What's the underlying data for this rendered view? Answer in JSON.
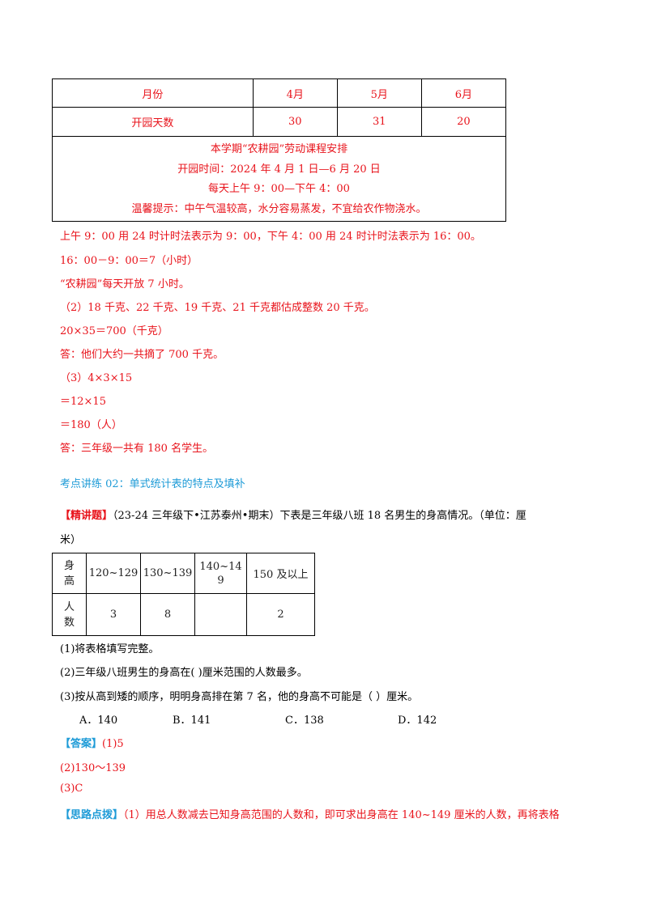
{
  "schedule_table": {
    "headers": [
      "月份",
      "4月",
      "5月",
      "6月"
    ],
    "row": [
      "开园天数",
      "30",
      "31",
      "20"
    ],
    "note_lines": [
      "本学期“农耕园”劳动课程安排",
      "开园时间：2024 年 4 月 1 日—6 月 20 日",
      "每天上午 9：00—下午 4：00",
      "温馨提示：中午气温较高，水分容易蒸发，不宜给农作物浇水。"
    ]
  },
  "solution_lines": [
    "上午 9：00 用 24 时计时法表示为 9：00，下午 4：00 用 24 时计时法表示为 16：00。",
    "16：00－9：00＝7（小时）",
    "“农耕园”每天开放 7 小时。",
    "（2）18 千克、22 千克、19 千克、21 千克都估成整数 20 千克。",
    "20×35＝700（千克）",
    "答：他们大约一共摘了 700 千克。",
    "（3）4×3×15",
    "＝12×15",
    "＝180（人）",
    "答：三年级一共有 180 名学生。"
  ],
  "section_title": "考点讲练 02：单式统计表的特点及填补",
  "problem": {
    "tag": "【精讲题】",
    "text_line1": "（23-24 三年级下•江苏泰州•期末）下表是三年级八班 18 名男生的身高情况。（单位：厘",
    "text_line2": "米）"
  },
  "height_table": {
    "row1_header": [
      "身",
      "高"
    ],
    "ranges": [
      "120~129",
      "130~139",
      "140~14",
      "9",
      "150 及以上"
    ],
    "row2_header": [
      "人",
      "数"
    ],
    "counts": [
      "3",
      "8",
      "",
      "2"
    ]
  },
  "questions": [
    "(1)将表格填写完整。",
    "(2)三年级八班男生的身高在(            )厘米范围的人数最多。",
    "(3)按从高到矮的顺序，明明身高排在第 7 名，他的身高不可能是（              ）厘米。"
  ],
  "options": [
    "A．140",
    "B．141",
    "C．138",
    "D．142"
  ],
  "answer": {
    "tag": "【答案】",
    "a1": "(1)5",
    "a2": "(2)130～139",
    "a3": "(3)C"
  },
  "hint": {
    "tag": "【思路点拨】",
    "text": "（1）用总人数减去已知身高范围的人数和，即可求出身高在 140~149 厘米的人数，再将表格"
  },
  "colors": {
    "answer_red": "#e8131b",
    "tag_blue": "#1e9bd7"
  }
}
